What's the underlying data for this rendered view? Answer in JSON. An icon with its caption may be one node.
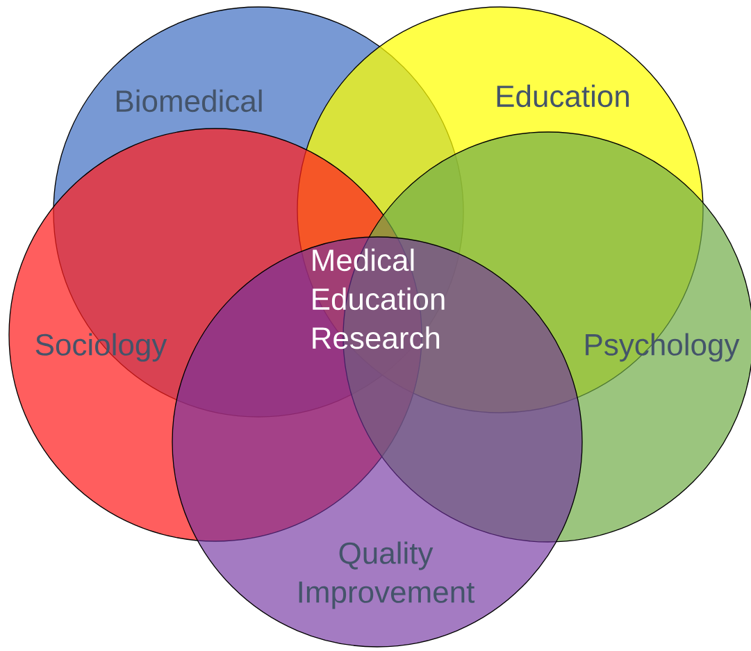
{
  "diagram": {
    "nodes": [
      {
        "text": [
          "Biomedical"
        ]
      },
      {
        "text": [
          "Education"
        ]
      },
      {
        "text": [
          "Sociology"
        ]
      },
      {
        "text": [
          "Psychology"
        ]
      },
      {
        "text": [
          "Quality Improvement"
        ]
      }
    ],
    "labels": [
      "Medical Education Research"
    ]
  }
}
